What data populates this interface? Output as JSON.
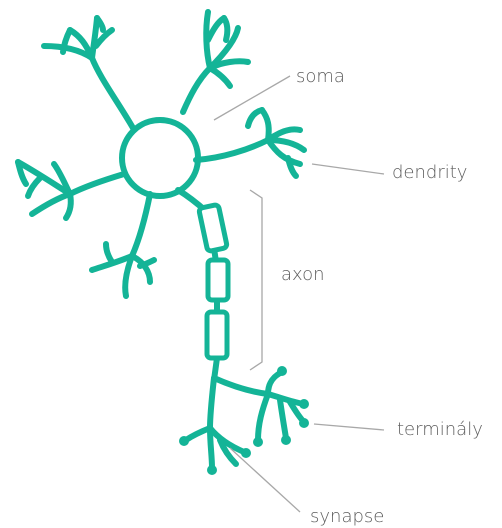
{
  "diagram": {
    "labels": {
      "soma": "soma",
      "dendrites": "dendrity",
      "axon": "axon",
      "terminals": "terminály",
      "synapse": "synapse"
    },
    "colors": {
      "neuron": "#14b497",
      "leader_lines": "#a8a8a8",
      "label_text": "#5d5d5d",
      "background": "#ffffff"
    }
  }
}
